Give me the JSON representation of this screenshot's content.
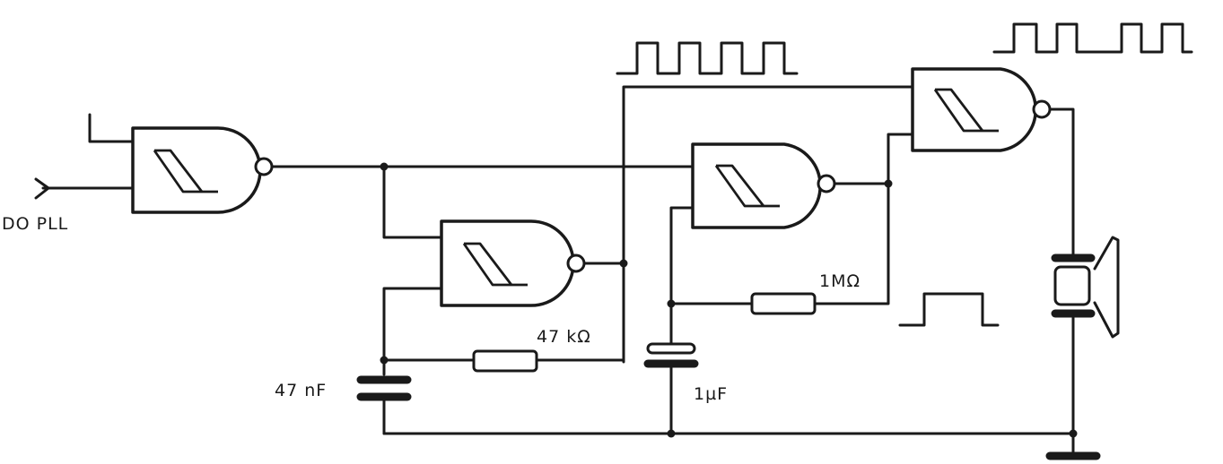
{
  "labels": {
    "input": "DO  PLL",
    "r1": "47 kΩ",
    "r2": "1MΩ",
    "c1": "47 nF",
    "c2": "1µF"
  }
}
